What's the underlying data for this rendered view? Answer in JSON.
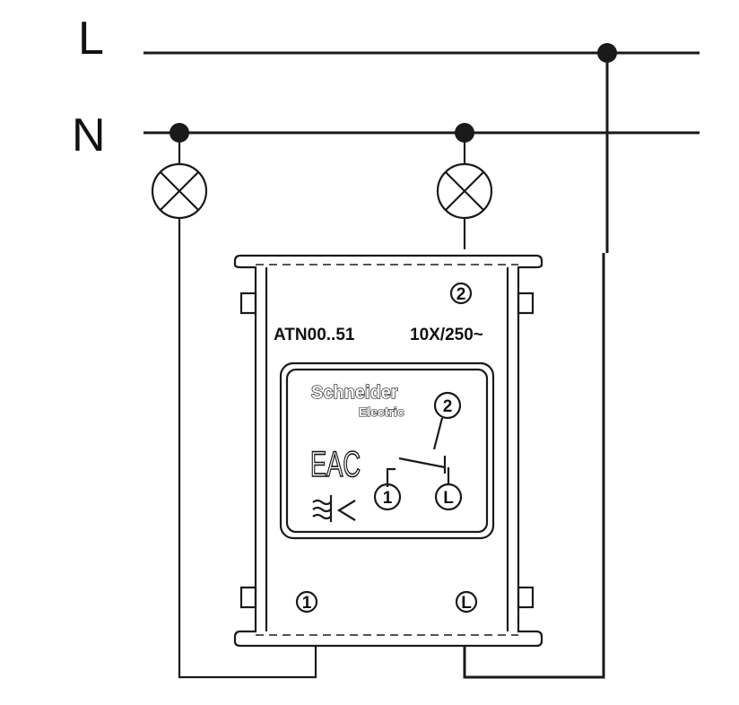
{
  "bus": {
    "line_label": "L",
    "neutral_label": "N"
  },
  "device": {
    "model": "ATN00..51",
    "rating": "10X/250~",
    "brand_line1": "Schneider",
    "brand_line2": "Electric",
    "certification_mark": "EAC"
  },
  "terminals": {
    "t1": "1",
    "t2": "2",
    "tL": "L"
  }
}
